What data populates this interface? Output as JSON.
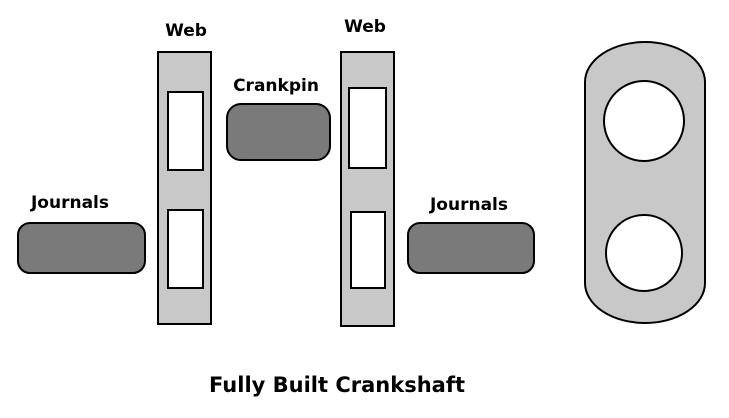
{
  "diagram": {
    "title": "Fully Built Crankshaft",
    "labels": {
      "web_left": "Web",
      "web_right": "Web",
      "crankpin": "Crankpin",
      "journals_left": "Journals",
      "journals_right": "Journals"
    },
    "colors": {
      "web_fill": "#c8c8c8",
      "part_fill": "#7a7a7a",
      "outline": "#000000",
      "hole_fill": "#ffffff"
    }
  }
}
